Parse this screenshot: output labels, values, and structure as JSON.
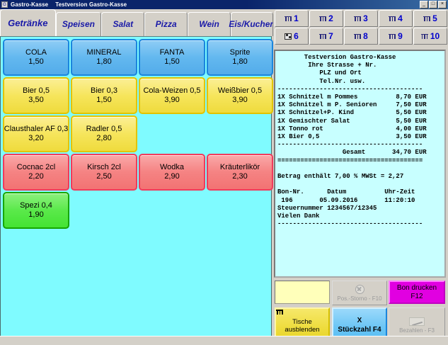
{
  "window": {
    "app_name": "Gastro-Kasse",
    "title": "Testversion Gastro-Kasse",
    "icon": "app-icon",
    "minimize": "_",
    "restore": "□",
    "close": "×"
  },
  "tabs": [
    {
      "label": "Getränke",
      "active": true
    },
    {
      "label": "Speisen",
      "active": false
    },
    {
      "label": "Salat",
      "active": false
    },
    {
      "label": "Pizza",
      "active": false
    },
    {
      "label": "Wein",
      "active": false
    },
    {
      "label": "Eis/Kuchen",
      "active": false
    }
  ],
  "products": [
    {
      "name": "COLA",
      "price": "1,50",
      "color": "blue",
      "col": 0,
      "row": 0
    },
    {
      "name": "MINERAL",
      "price": "1,80",
      "color": "blue",
      "col": 1,
      "row": 0
    },
    {
      "name": "FANTA",
      "price": "1,50",
      "color": "blue",
      "col": 2,
      "row": 0
    },
    {
      "name": "Sprite",
      "price": "1,80",
      "color": "blue",
      "col": 3,
      "row": 0
    },
    {
      "name": "Bier 0,5",
      "price": "3,50",
      "color": "yellow",
      "col": 0,
      "row": 1
    },
    {
      "name": "Bier 0,3",
      "price": "1,50",
      "color": "yellow",
      "col": 1,
      "row": 1
    },
    {
      "name": "Cola-Weizen 0,5",
      "price": "3,90",
      "color": "yellow",
      "col": 2,
      "row": 1
    },
    {
      "name": "Weißbier 0,5",
      "price": "3,90",
      "color": "yellow",
      "col": 3,
      "row": 1
    },
    {
      "name": "Clausthaler AF 0,3",
      "price": "3,20",
      "color": "yellow",
      "col": 0,
      "row": 2
    },
    {
      "name": "Radler 0,5",
      "price": "2,80",
      "color": "yellow",
      "col": 1,
      "row": 2
    },
    {
      "name": "Cocnac 2cl",
      "price": "2,20",
      "color": "red",
      "col": 0,
      "row": 3
    },
    {
      "name": "Kirsch 2cl",
      "price": "2,50",
      "color": "red",
      "col": 1,
      "row": 3
    },
    {
      "name": "Wodka",
      "price": "2,90",
      "color": "red",
      "col": 2,
      "row": 3
    },
    {
      "name": "Kräuterlikör",
      "price": "2,30",
      "color": "red",
      "col": 3,
      "row": 3
    },
    {
      "name": "Spezi 0,4",
      "price": "1,90",
      "color": "green",
      "col": 0,
      "row": 4
    }
  ],
  "tables": [
    {
      "number": "1",
      "icon": "table-icon",
      "occupied": false
    },
    {
      "number": "2",
      "icon": "table-icon",
      "occupied": false
    },
    {
      "number": "3",
      "icon": "table-icon",
      "occupied": false
    },
    {
      "number": "4",
      "icon": "table-icon",
      "occupied": false
    },
    {
      "number": "5",
      "icon": "table-icon",
      "occupied": false
    },
    {
      "number": "6",
      "icon": "table-occupied-icon",
      "occupied": true
    },
    {
      "number": "7",
      "icon": "table-icon",
      "occupied": false
    },
    {
      "number": "8",
      "icon": "table-icon",
      "occupied": false
    },
    {
      "number": "9",
      "icon": "table-icon",
      "occupied": false
    },
    {
      "number": "10",
      "icon": "table-icon",
      "occupied": false
    }
  ],
  "receipt": {
    "text": "       Testversion Gastro-Kasse\n        Ihre Strasse + Nr.\n           PLZ und Ort\n           Tel.Nr. usw.\n--------------------------------------\n1X Schnitzel m Pommes          8,70 EUR\n1X Schnitzel m P. Senioren     7,50 EUR\n1X Schnitzel+P. Kind           5,50 EUR\n1X Gemischter Salat            5,50 EUR\n1X Tonno rot                   4,00 EUR\n1X Bier 0,5                    3,50 EUR\n--------------------------------------\n                 Gesamt       34,70 EUR\n======================================\n\nBetrag enthält 7,00 % MWSt = 2,27\n\nBon-Nr.      Datum          Uhr-Zeit\n 196       05.09.2016       11:20:10\nSteuernummer 1234567/12345\nVielen Dank\n--------------------------------------",
    "header_lines": [
      "Testversion Gastro-Kasse",
      "Ihre Strasse + Nr.",
      "PLZ und Ort",
      "Tel.Nr. usw."
    ],
    "items": [
      {
        "qty": "1X",
        "name": "Schnitzel m Pommes",
        "amount": "8,70",
        "currency": "EUR"
      },
      {
        "qty": "1X",
        "name": "Schnitzel m P. Senioren",
        "amount": "7,50",
        "currency": "EUR"
      },
      {
        "qty": "1X",
        "name": "Schnitzel+P. Kind",
        "amount": "5,50",
        "currency": "EUR"
      },
      {
        "qty": "1X",
        "name": "Gemischter Salat",
        "amount": "5,50",
        "currency": "EUR"
      },
      {
        "qty": "1X",
        "name": "Tonno rot",
        "amount": "4,00",
        "currency": "EUR"
      },
      {
        "qty": "1X",
        "name": "Bier 0,5",
        "amount": "3,50",
        "currency": "EUR"
      }
    ],
    "total_label": "Gesamt",
    "total_amount": "34,70",
    "total_currency": "EUR",
    "vat_line": "Betrag enthält 7,00 % MWSt = 2,27",
    "vat_rate": "7,00 %",
    "vat_amount": "2,27",
    "footer_headers": {
      "bon": "Bon-Nr.",
      "datum": "Datum",
      "uhrzeit": "Uhr-Zeit"
    },
    "bon_nr": "196",
    "datum": "05.09.2016",
    "uhrzeit": "11:20:10",
    "steuernummer_label": "Steuernummer",
    "steuernummer": "1234567/12345",
    "thanks": "Vielen Dank"
  },
  "amount_field": {
    "value": ""
  },
  "actions": {
    "storno": {
      "label": "Pos.-Storno - F10",
      "icon": "cancel-icon",
      "enabled": false
    },
    "bon": {
      "line1": "Bon drucken",
      "line2": "F12",
      "enabled": true
    },
    "tische": {
      "line1": "Tische",
      "line2": "ausblenden",
      "icon": "table-icon",
      "enabled": true
    },
    "stueckzahl": {
      "line1": "X",
      "line2": "Stückzahl  F4",
      "enabled": true
    },
    "bezahlen": {
      "label": "Bezahlen - F3",
      "icon": "pay-icon",
      "enabled": false
    }
  },
  "colors": {
    "product_blue": "#63b8ef",
    "product_yellow": "#f6e55c",
    "product_red": "#f58383",
    "product_green": "#5ae94a",
    "panel_cyan": "#7ffbff",
    "receipt_bg": "#c8ffff",
    "bon_magenta": "#e100e1",
    "tab_text": "#1a1aa8",
    "titlebar": "#0a246a"
  }
}
